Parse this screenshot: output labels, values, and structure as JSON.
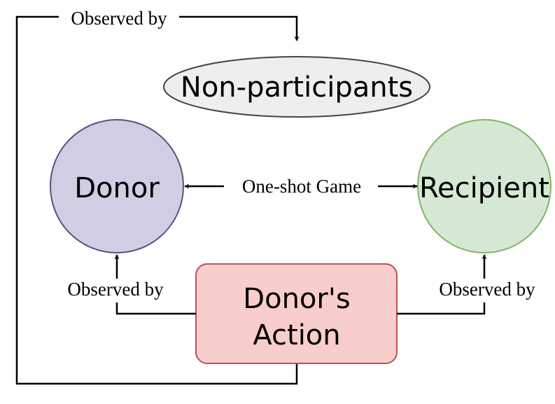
{
  "nodes": {
    "non_participants": {
      "label": "Non-participants",
      "fill": "#eeeeee",
      "stroke": "#444444"
    },
    "donor": {
      "label": "Donor",
      "fill": "#d0cee2",
      "stroke": "#56517e"
    },
    "recipient": {
      "label": "Recipient",
      "fill": "#d5e8d4",
      "stroke": "#82b366"
    },
    "donors_action": {
      "label_line1": "Donor's",
      "label_line2": "Action",
      "fill": "#f8cecc",
      "stroke": "#b85450"
    }
  },
  "edges": {
    "top_observed": "Observed by",
    "left_observed": "Observed by",
    "right_observed": "Observed by",
    "game": "One-shot Game"
  },
  "colors": {
    "line": "#000000",
    "text": "#000000"
  }
}
